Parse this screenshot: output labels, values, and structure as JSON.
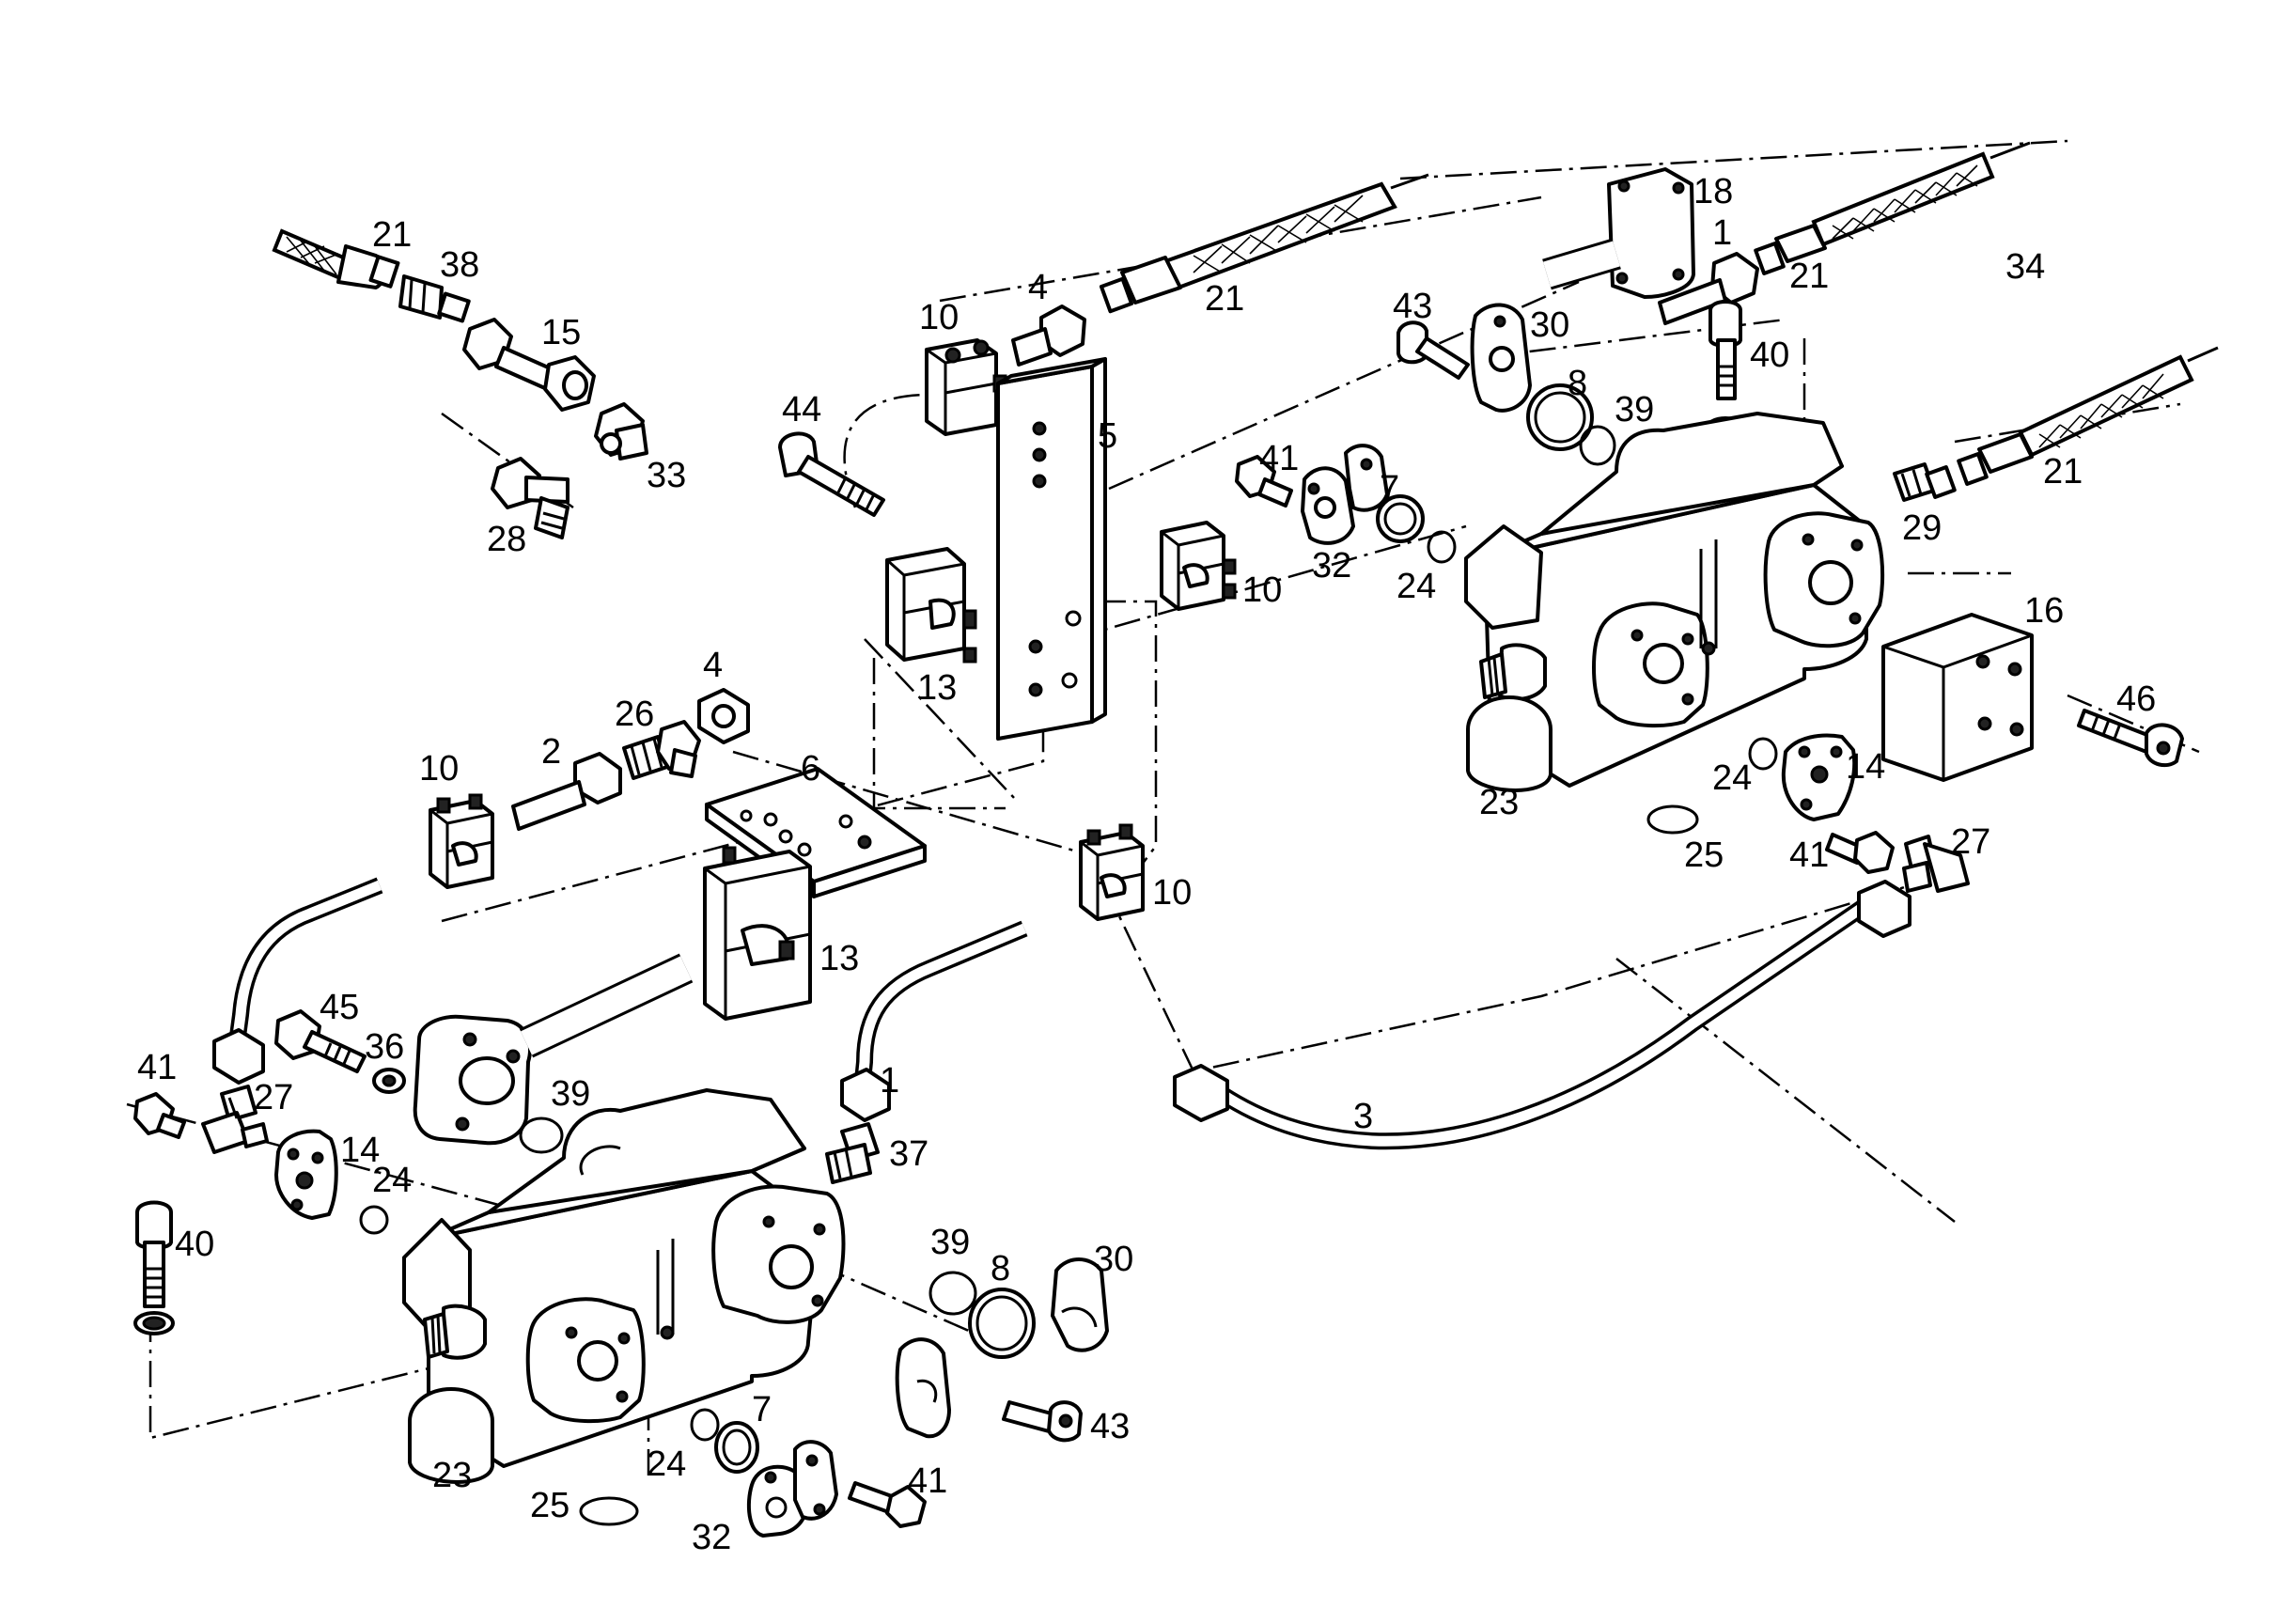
{
  "diagram": {
    "labels": [
      "21",
      "38",
      "15",
      "33",
      "28",
      "10",
      "4",
      "21",
      "44",
      "5",
      "13",
      "4",
      "26",
      "2",
      "10",
      "6",
      "13",
      "10",
      "10",
      "18",
      "1",
      "21",
      "34",
      "43",
      "30",
      "40",
      "8",
      "39",
      "41",
      "7",
      "32",
      "24",
      "21",
      "29",
      "16",
      "46",
      "23",
      "24",
      "14",
      "25",
      "41",
      "27",
      "45",
      "36",
      "39",
      "41",
      "27",
      "14",
      "24",
      "40",
      "1",
      "37",
      "3",
      "39",
      "8",
      "30",
      "43",
      "23",
      "24",
      "7",
      "25",
      "32",
      "41"
    ]
  }
}
